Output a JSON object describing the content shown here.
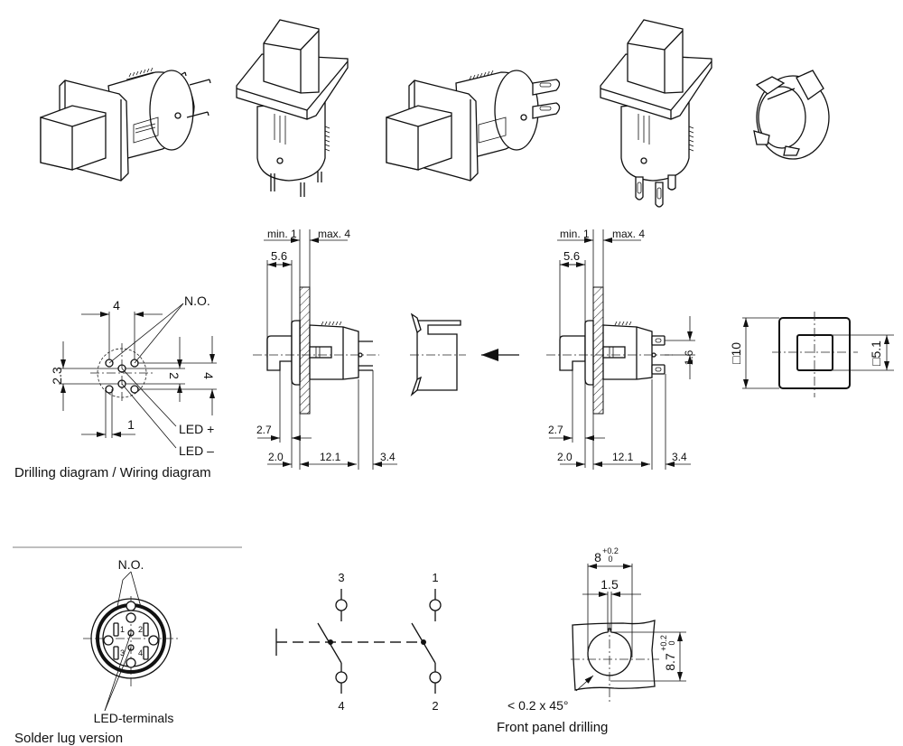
{
  "product_views": {
    "items": [
      {
        "name": "Switch with pins, side view"
      },
      {
        "name": "Switch with pins, top view"
      },
      {
        "name": "Switch with solder lugs, side view"
      },
      {
        "name": "Switch with solder lugs, top view"
      },
      {
        "name": "Mounting clip"
      }
    ]
  },
  "drilling_wiring": {
    "caption": "Drilling diagram / Wiring diagram",
    "dim_top": "4",
    "dim_left": "2.3",
    "dim_right_inner": "2",
    "dim_right_outer": "4",
    "dim_bottom": "1",
    "label_no": "N.O.",
    "label_led_plus": "LED +",
    "label_led_minus": "LED –"
  },
  "side_view_pins": {
    "dim_min": "min. 1",
    "dim_max": "max. 4",
    "dim_5_6": "5.6",
    "dim_2_7": "2.7",
    "dim_2_0": "2.0",
    "dim_12_1": "12.1",
    "dim_3_4": "3.4"
  },
  "side_view_lugs": {
    "dim_min": "min. 1",
    "dim_max": "max. 4",
    "dim_5_6": "5.6",
    "dim_2_7": "2.7",
    "dim_2_0": "2.0",
    "dim_12_1": "12.1",
    "dim_3_4": "3.4",
    "dim_1_6": "1.6"
  },
  "front_view": {
    "dim_outer": "□10",
    "dim_inner": "□5.1"
  },
  "solder_lug": {
    "caption": "Solder lug version",
    "label_no": "N.O.",
    "label_led": "LED-terminals",
    "terminals": [
      "1",
      "2",
      "3",
      "4"
    ]
  },
  "circuit": {
    "terminals": [
      "3",
      "1",
      "4",
      "2"
    ]
  },
  "panel_drilling": {
    "caption": "Front panel drilling",
    "dim_width": "8",
    "dim_width_tol_plus": "+0.2",
    "dim_width_tol_minus": "0",
    "dim_key": "1.5",
    "dim_height": "8.7",
    "dim_height_tol_plus": "+0.2",
    "dim_height_tol_minus": "0",
    "chamfer": "< 0.2 x 45°"
  }
}
